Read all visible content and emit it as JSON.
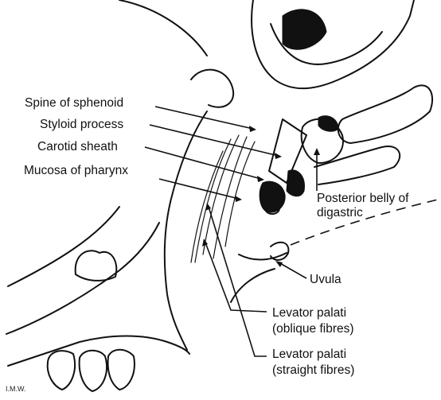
{
  "labels": {
    "spine_of_sphenoid": "Spine of sphenoid",
    "styloid_process": "Styloid process",
    "carotid_sheath": "Carotid sheath",
    "mucosa_of_pharynx": "Mucosa of pharynx",
    "posterior_belly_line1": "Posterior belly of",
    "posterior_belly_line2": "digastric",
    "uvula": "Uvula",
    "levator_oblique_line1": "Levator palati",
    "levator_oblique_line2": "(oblique fibres)",
    "levator_straight_line1": "Levator palati",
    "levator_straight_line2": "(straight fibres)"
  },
  "signature": "I.M.W."
}
